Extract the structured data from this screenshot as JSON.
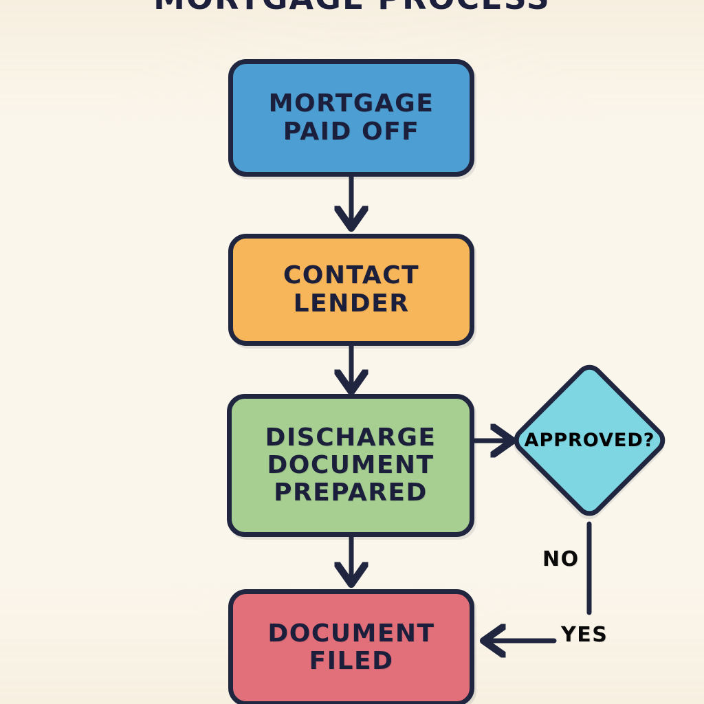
{
  "page": {
    "title": "MORTGAGE PROCESS",
    "background_color": "#fbf6ec",
    "outline_color": "#20263f"
  },
  "diagram": {
    "type": "flowchart",
    "orientation": "top-to-bottom",
    "nodes": [
      {
        "id": "paid-off",
        "shape": "rounded-rectangle",
        "label": "MORTGAGE\nPAID OFF",
        "line1": "MORTGAGE",
        "line2": "PAID OFF",
        "color": "#4d9ed2"
      },
      {
        "id": "contact",
        "shape": "rounded-rectangle",
        "label": "CONTACT\nLENDER",
        "line1": "CONTACT",
        "line2": "LENDER",
        "color": "#f8b65a"
      },
      {
        "id": "discharge",
        "shape": "rounded-rectangle",
        "label": "DISCHARGE\nDOCUMENT\nPREPARED",
        "line1": "DISCHARGE",
        "line2": "DOCUMENT",
        "line3": "PREPARED",
        "color": "#a7cf92"
      },
      {
        "id": "approved",
        "shape": "diamond",
        "label": "APPROVED?",
        "color": "#7fd6e3"
      },
      {
        "id": "filed",
        "shape": "rounded-rectangle",
        "label": "DOCUMENT\nFILED",
        "line1": "DOCUMENT",
        "line2": "FILED",
        "color": "#e2707a"
      }
    ],
    "edges": [
      {
        "id": "e1",
        "from": "paid-off",
        "to": "contact",
        "label": "",
        "direction": "down"
      },
      {
        "id": "e2",
        "from": "contact",
        "to": "discharge",
        "label": "",
        "direction": "down"
      },
      {
        "id": "e3",
        "from": "discharge",
        "to": "approved",
        "label": "",
        "direction": "right"
      },
      {
        "id": "e4",
        "from": "discharge",
        "to": "filed",
        "label": "",
        "direction": "down"
      },
      {
        "id": "e5",
        "from": "approved",
        "to": "filed",
        "label": "YES",
        "direction": "down-then-left"
      },
      {
        "id": "e6",
        "from": "approved",
        "to": "",
        "label": "NO",
        "direction": "branch"
      }
    ],
    "edge_labels": {
      "no": "NO",
      "yes": "YES"
    }
  }
}
